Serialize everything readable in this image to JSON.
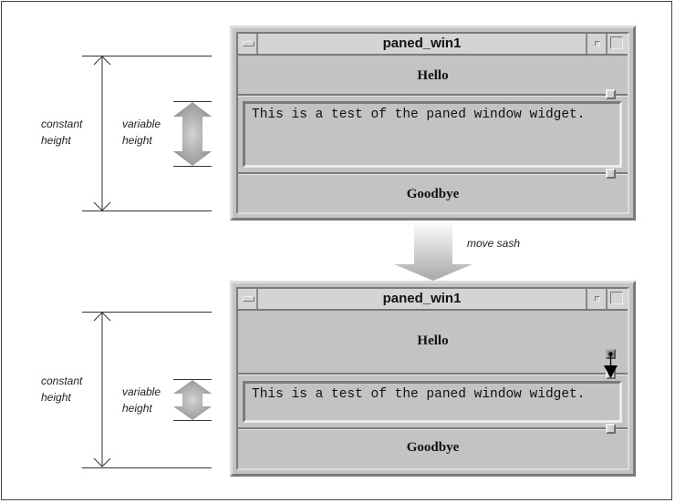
{
  "diagram": {
    "annotation_labels": {
      "constant_line1": "constant",
      "constant_line2": "height",
      "variable_line1": "variable",
      "variable_line2": "height",
      "move_sash": "move sash"
    },
    "windows": [
      {
        "state": "before",
        "title": "paned_win1",
        "panes": {
          "top_label": "Hello",
          "text_content": "This is a test of the paned window widget.",
          "bottom_label": "Goodbye"
        }
      },
      {
        "state": "after",
        "title": "paned_win1",
        "panes": {
          "top_label": "Hello",
          "text_content": "This is a test of the paned window widget.",
          "bottom_label": "Goodbye"
        }
      }
    ],
    "icons": {
      "window_menu": "window-menu-icon",
      "minimize": "minimize-icon",
      "maximize": "maximize-icon",
      "sash": "sash-handle-icon",
      "drag_arrow": "drag-arrow-icon"
    }
  }
}
